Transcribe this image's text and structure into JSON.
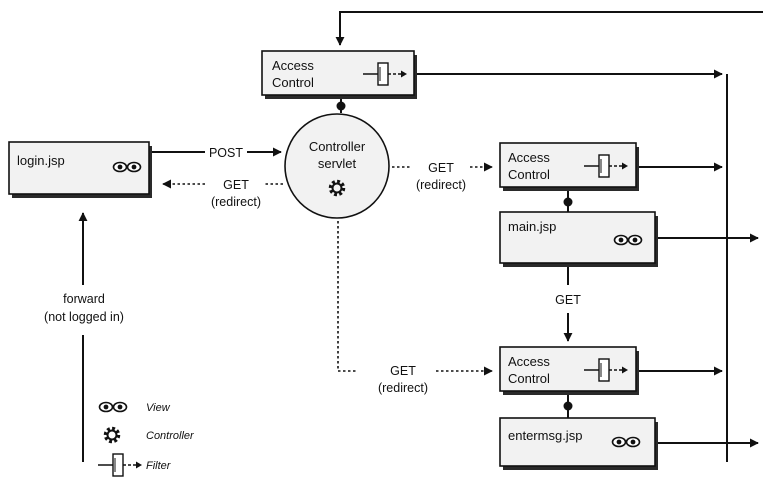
{
  "nodes": {
    "login": {
      "label": "login.jsp"
    },
    "controller": {
      "line1": "Controller",
      "line2": "servlet"
    },
    "access_top": {
      "line1": "Access",
      "line2": "Control"
    },
    "access_mid": {
      "line1": "Access",
      "line2": "Control"
    },
    "main": {
      "label": "main.jsp"
    },
    "access_bottom": {
      "line1": "Access",
      "line2": "Control"
    },
    "entermsg": {
      "label": "entermsg.jsp"
    }
  },
  "edges": {
    "post": "POST",
    "get_back": {
      "line1": "GET",
      "line2": "(redirect)"
    },
    "get_to_main": {
      "line1": "GET",
      "line2": "(redirect)"
    },
    "get_main_to_enter": "GET",
    "get_to_enter": {
      "line1": "GET",
      "line2": "(redirect)"
    },
    "forward": {
      "line1": "forward",
      "line2": "(not logged in)"
    }
  },
  "legend": {
    "view": "View",
    "controller": "Controller",
    "filter": "Filter"
  }
}
